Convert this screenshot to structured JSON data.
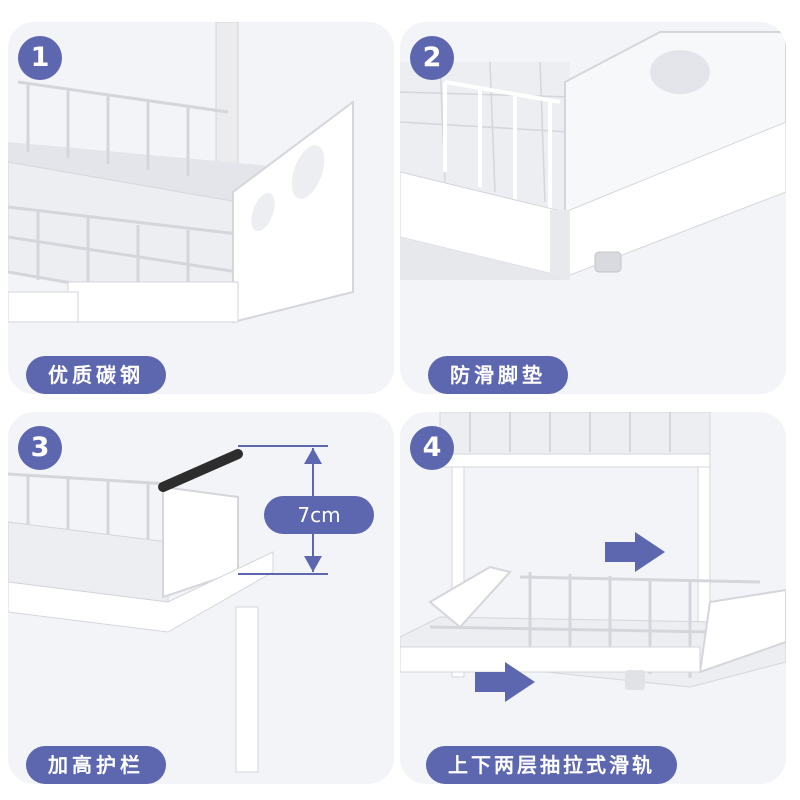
{
  "panels": [
    {
      "number": "1",
      "caption": "优质碳钢"
    },
    {
      "number": "2",
      "caption": "防滑脚垫"
    },
    {
      "number": "3",
      "caption": "加高护栏",
      "measurement": "7cm"
    },
    {
      "number": "4",
      "caption": "上下两层抽拉式滑轨"
    }
  ],
  "colors": {
    "accent": "#5d67b0",
    "panel_bg": "#f3f4f7",
    "rail": "#2d2d2d"
  }
}
